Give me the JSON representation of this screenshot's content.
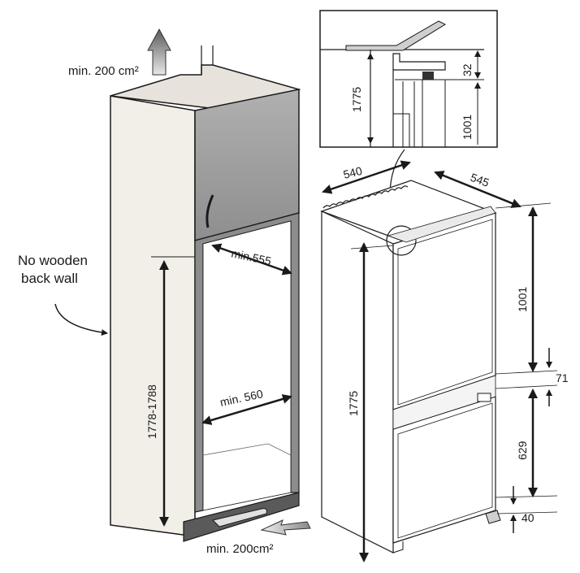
{
  "labels": {
    "top_vent": "min. 200 cm²",
    "bottom_vent": "min. 200cm²",
    "no_wooden_line1": "No wooden",
    "no_wooden_line2": "back wall",
    "niche_height": "1778-1788",
    "niche_depth": "min.555",
    "niche_width": "min. 560"
  },
  "detail": {
    "height": "1775",
    "gap": "32",
    "upper": "1001"
  },
  "fridge": {
    "width": "540",
    "depth": "545",
    "height": "1775",
    "upper_height": "1001",
    "lower_height": "629",
    "middle_gap": "71",
    "bottom_gap": "40"
  },
  "colors": {
    "cabinet_side": "#f2efe9",
    "cabinet_top": "#e7e3dc",
    "frame_gray": "#8c8c8c",
    "upper_door": "#9a9a9a",
    "plinth": "#5a5a5a",
    "line": "#1a1a1a"
  }
}
